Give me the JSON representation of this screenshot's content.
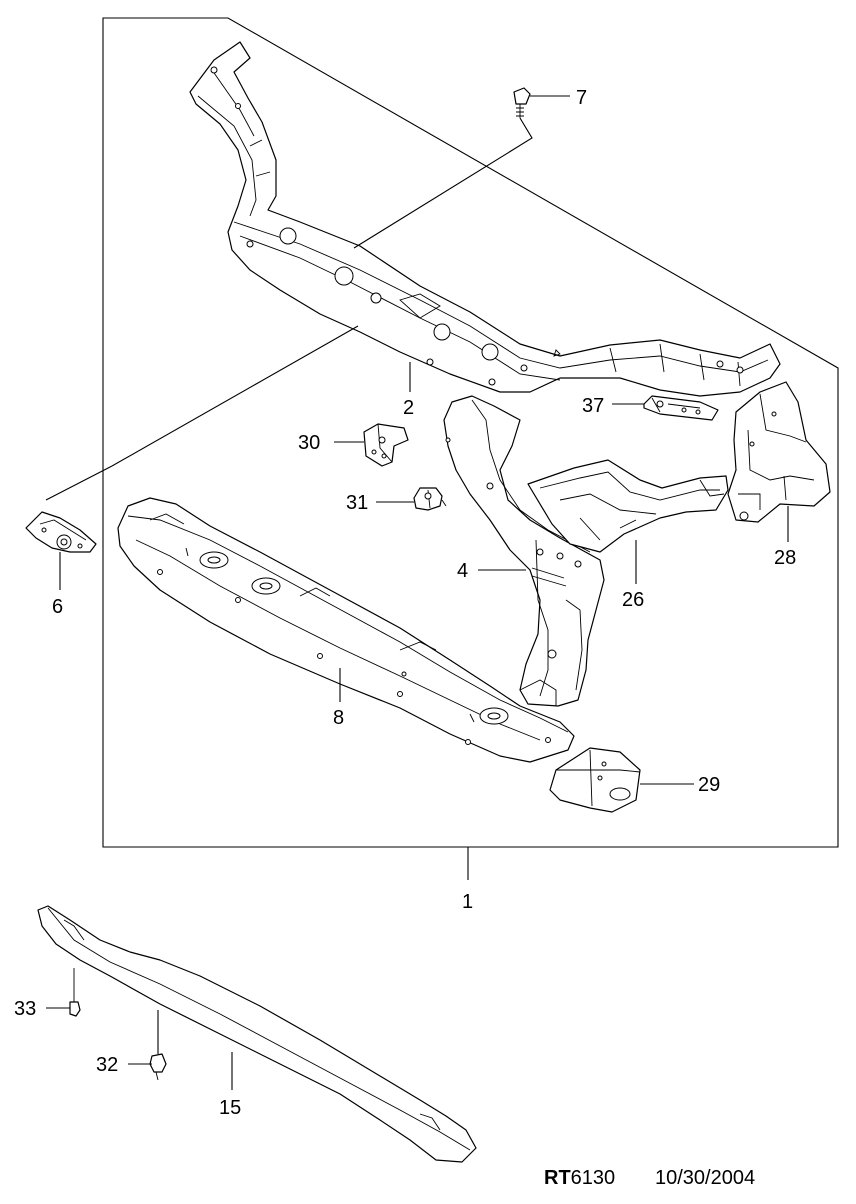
{
  "diagram": {
    "callouts": [
      {
        "id": "c1",
        "label": "1"
      },
      {
        "id": "c2",
        "label": "2"
      },
      {
        "id": "c4",
        "label": "4"
      },
      {
        "id": "c6",
        "label": "6"
      },
      {
        "id": "c7",
        "label": "7"
      },
      {
        "id": "c8",
        "label": "8"
      },
      {
        "id": "c15",
        "label": "15"
      },
      {
        "id": "c26",
        "label": "26"
      },
      {
        "id": "c28",
        "label": "28"
      },
      {
        "id": "c29",
        "label": "29"
      },
      {
        "id": "c30",
        "label": "30"
      },
      {
        "id": "c31",
        "label": "31"
      },
      {
        "id": "c32",
        "label": "32"
      },
      {
        "id": "c33",
        "label": "33"
      },
      {
        "id": "c37",
        "label": "37"
      }
    ],
    "drawing_code_prefix": "RT",
    "drawing_code_number": "6130",
    "drawing_date": "10/30/2004"
  }
}
